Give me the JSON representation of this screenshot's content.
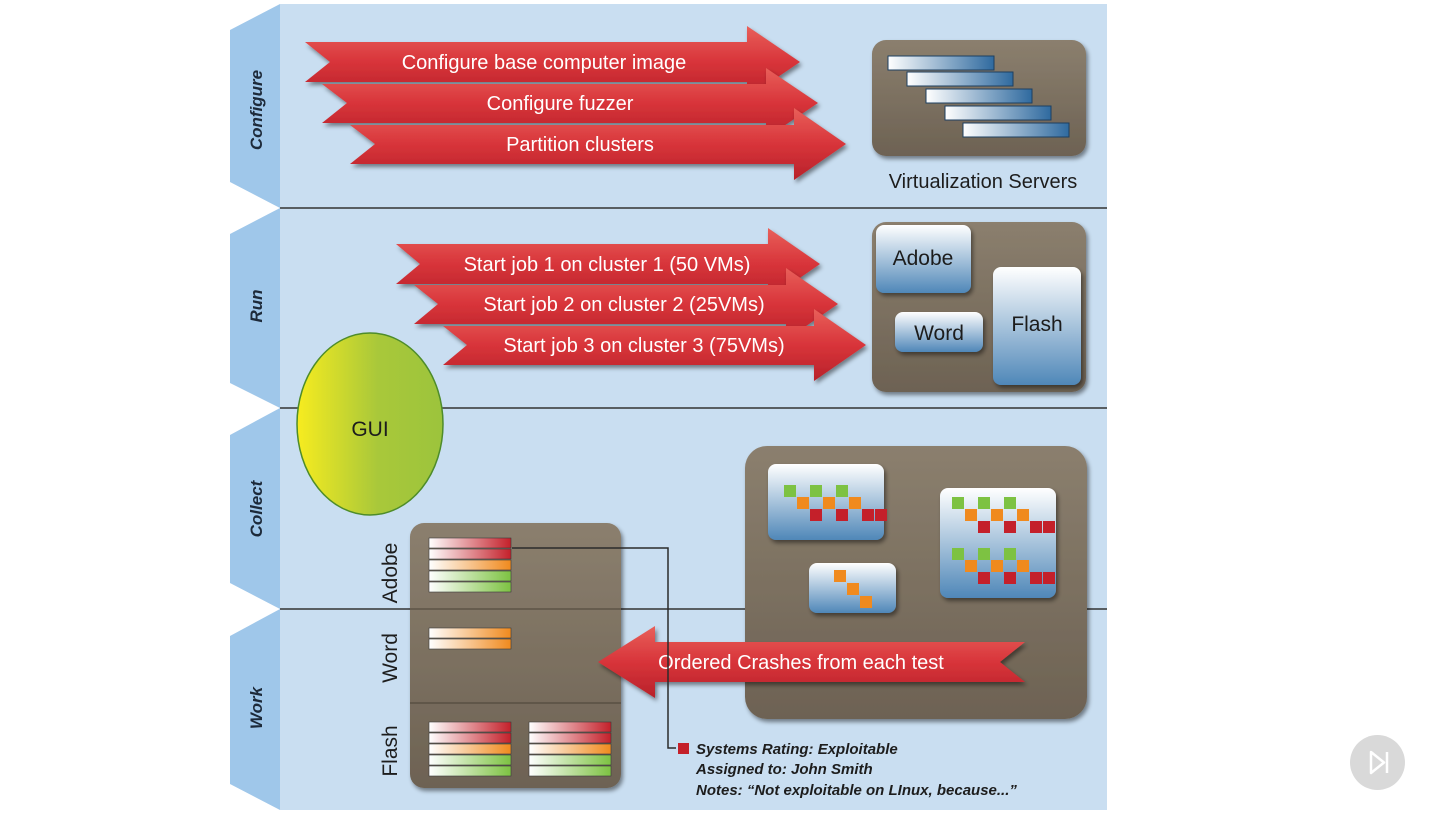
{
  "phases": [
    {
      "label": "Configure"
    },
    {
      "label": "Run"
    },
    {
      "label": "Collect"
    },
    {
      "label": "Work"
    }
  ],
  "configure_steps": [
    "Configure base computer image",
    "Configure fuzzer",
    "Partition clusters"
  ],
  "servers_label": "Virtualization Servers",
  "run_steps": [
    "Start job 1 on cluster 1 (50 VMs)",
    "Start job 2 on cluster 2 (25VMs)",
    "Start job 3 on cluster 3 (75VMs)"
  ],
  "apps": {
    "adobe": "Adobe",
    "word": "Word",
    "flash": "Flash"
  },
  "gui_label": "GUI",
  "work_rows": [
    "Adobe",
    "Word",
    "Flash"
  ],
  "crashes_label": "Ordered Crashes from each test",
  "note": {
    "rating": "Systems Rating: Exploitable",
    "assigned": "Assigned to: John Smith",
    "notes": "Notes: “Not exploitable on LInux, because...”"
  },
  "colors": {
    "band": "#c9def1",
    "tab": "#9fc7ea",
    "arrow": "#d9363c",
    "box": "#7f7363",
    "gui_start": "#f7ec1f",
    "gui_end": "#9cc43c"
  },
  "icons": {
    "play": "skip-forward-icon"
  }
}
